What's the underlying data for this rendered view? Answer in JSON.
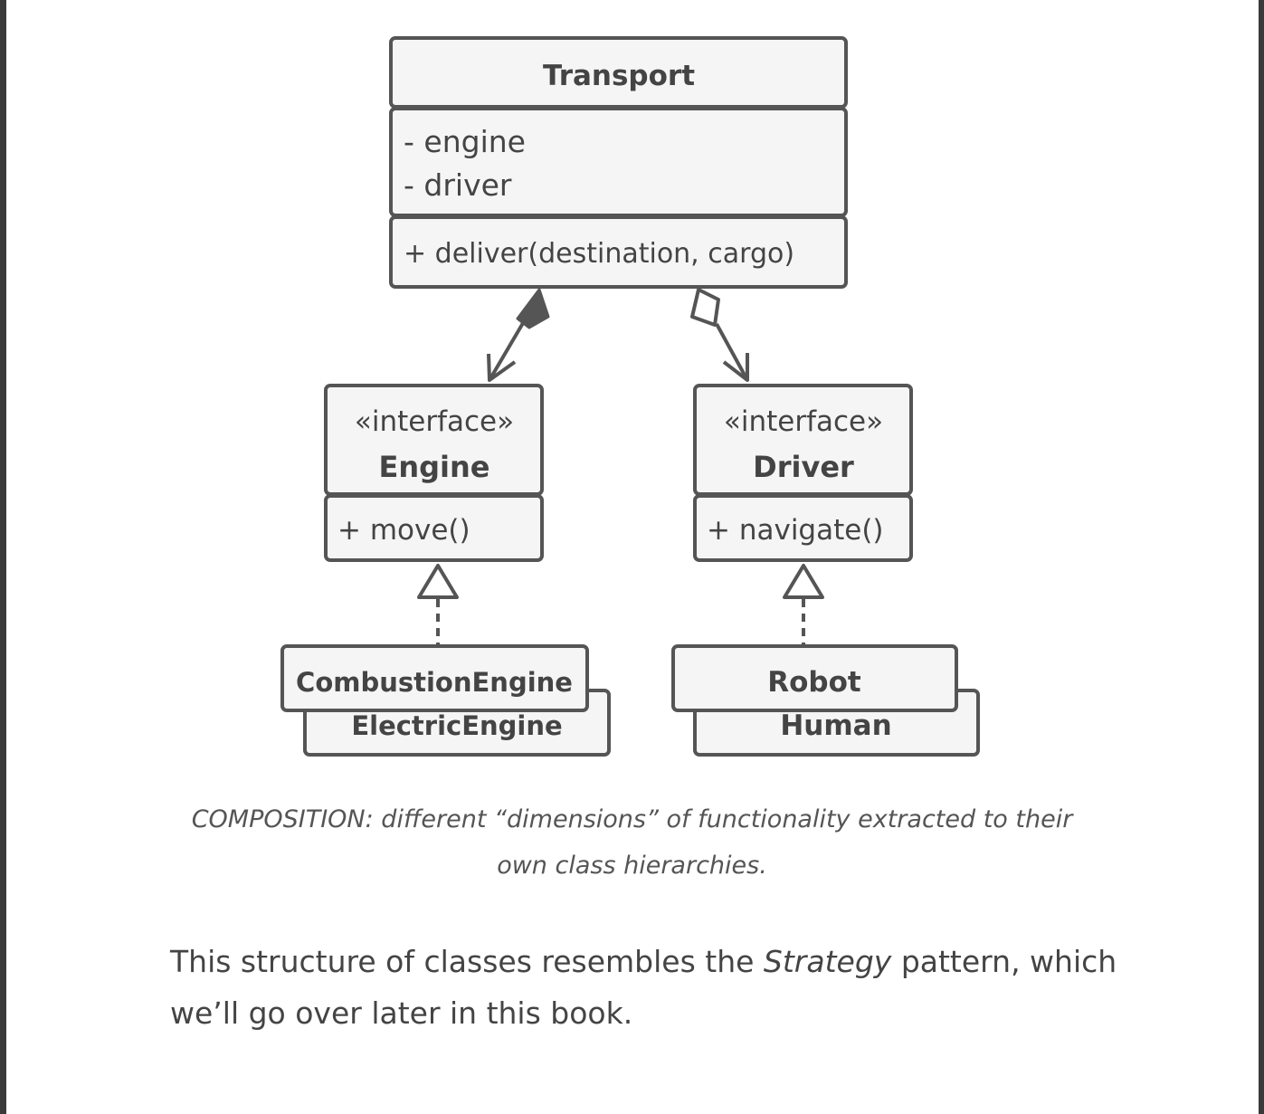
{
  "diagram": {
    "transport": {
      "name": "Transport",
      "fields": [
        "- engine",
        "- driver"
      ],
      "method": "+ deliver(destination, cargo)"
    },
    "engine": {
      "stereotype": "«interface»",
      "name": "Engine",
      "method": "+ move()"
    },
    "driver": {
      "stereotype": "«interface»",
      "name": "Driver",
      "method": "+ navigate()"
    },
    "engine_impls": [
      "CombustionEngine",
      "ElectricEngine"
    ],
    "driver_impls": [
      "Robot",
      "Human"
    ]
  },
  "caption": {
    "line1": "COMPOSITION: different “dimensions” of functionality extracted to their",
    "line2": "own class hierarchies."
  },
  "body": {
    "before": "This structure of classes resembles the ",
    "emphasis": "Strategy",
    "after": " pattern, which we’ll go over later in this book."
  }
}
